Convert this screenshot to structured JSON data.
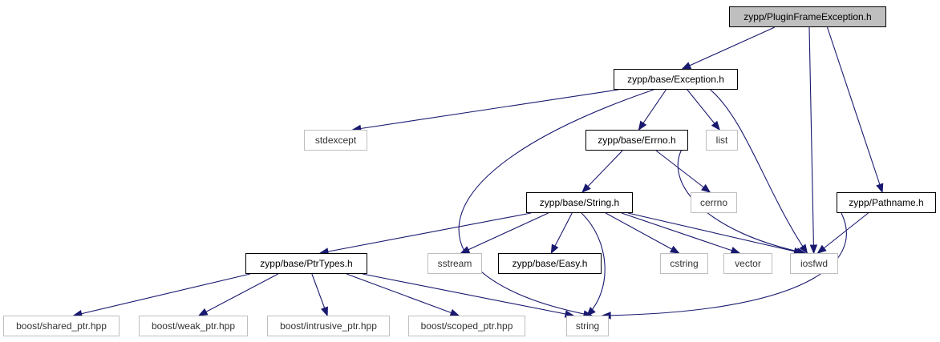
{
  "graph": {
    "type": "include-dependency-graph",
    "colors": {
      "edge": "#191970",
      "root_fill": "#bfbfbf",
      "local_border": "#000000",
      "system_border": "#bfbfbf"
    },
    "nodes": {
      "plugin_frame_exception": "zypp/PluginFrameException.h",
      "exception": "zypp/base/Exception.h",
      "stdexcept": "stdexcept",
      "errno": "zypp/base/Errno.h",
      "list": "list",
      "cerrno": "cerrno",
      "string_h": "zypp/base/String.h",
      "pathname": "zypp/Pathname.h",
      "ptrtypes": "zypp/base/PtrTypes.h",
      "sstream": "sstream",
      "easy": "zypp/base/Easy.h",
      "cstring": "cstring",
      "vector": "vector",
      "iosfwd": "iosfwd",
      "shared_ptr": "boost/shared_ptr.hpp",
      "weak_ptr": "boost/weak_ptr.hpp",
      "intrusive_ptr": "boost/intrusive_ptr.hpp",
      "scoped_ptr": "boost/scoped_ptr.hpp",
      "string": "string"
    },
    "edges": [
      [
        "plugin_frame_exception",
        "exception"
      ],
      [
        "plugin_frame_exception",
        "iosfwd"
      ],
      [
        "plugin_frame_exception",
        "pathname"
      ],
      [
        "exception",
        "stdexcept"
      ],
      [
        "exception",
        "errno"
      ],
      [
        "exception",
        "list"
      ],
      [
        "exception",
        "iosfwd"
      ],
      [
        "exception",
        "string"
      ],
      [
        "errno",
        "string_h"
      ],
      [
        "errno",
        "cerrno"
      ],
      [
        "errno",
        "iosfwd"
      ],
      [
        "string_h",
        "ptrtypes"
      ],
      [
        "string_h",
        "sstream"
      ],
      [
        "string_h",
        "easy"
      ],
      [
        "string_h",
        "cstring"
      ],
      [
        "string_h",
        "vector"
      ],
      [
        "string_h",
        "iosfwd"
      ],
      [
        "string_h",
        "string"
      ],
      [
        "pathname",
        "iosfwd"
      ],
      [
        "pathname",
        "string"
      ],
      [
        "ptrtypes",
        "shared_ptr"
      ],
      [
        "ptrtypes",
        "weak_ptr"
      ],
      [
        "ptrtypes",
        "intrusive_ptr"
      ],
      [
        "ptrtypes",
        "scoped_ptr"
      ],
      [
        "ptrtypes",
        "string"
      ]
    ]
  }
}
